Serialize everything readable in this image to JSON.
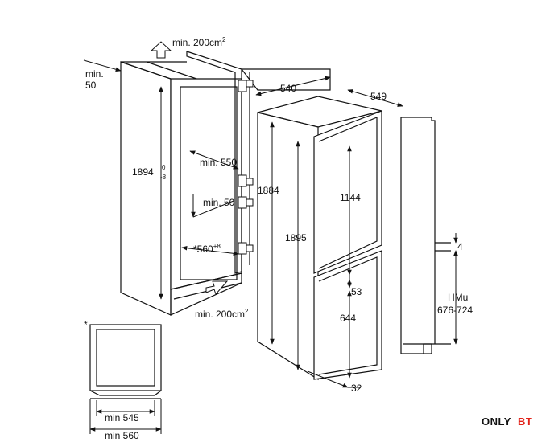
{
  "labels": {
    "top_vent": "min. 200cm",
    "top_vent_sup": "2",
    "min50_top_a": "min.",
    "min50_top_b": "50",
    "depth_540": "540",
    "depth_549": "549",
    "height_1894": "1894",
    "tol_plus": "0",
    "tol_minus": "-8",
    "min_550": "min. 550",
    "min_50_mid": "min. 50",
    "width_560": "*560",
    "width_560_sup": "+8",
    "bottom_vent": "min. 200cm",
    "bottom_vent_sup": "2",
    "height_1884": "1884",
    "height_1895": "1895",
    "height_1144": "1144",
    "gap_53": "53",
    "height_644": "644",
    "gap_32": "32",
    "gap_4": "4",
    "hmu_a": "HMu",
    "hmu_b": "676-724",
    "asterisk": "*",
    "min_545": "min 545",
    "min_560": "min 560"
  },
  "brand": {
    "part1": "ONLY",
    "part2": "BT"
  }
}
